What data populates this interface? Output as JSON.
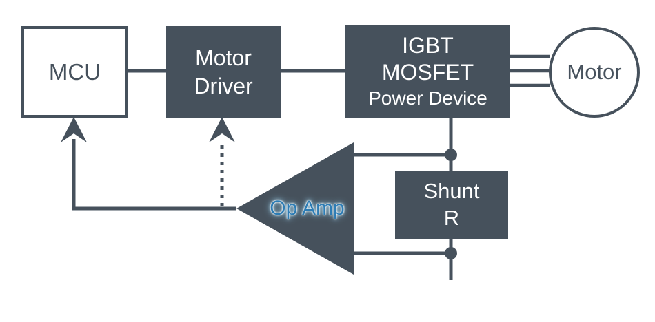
{
  "blocks": {
    "mcu": {
      "label": "MCU"
    },
    "motor_driver": {
      "line1": "Motor",
      "line2": "Driver"
    },
    "power_device": {
      "line1": "IGBT",
      "line2": "MOSFET",
      "line3": "Power Device"
    },
    "motor": {
      "label": "Motor"
    },
    "op_amp": {
      "label": "Op Amp"
    },
    "shunt": {
      "line1": "Shunt",
      "line2": "R"
    }
  },
  "colors": {
    "dark": "#46515C",
    "accent_blue": "#2D7CB4",
    "background": "#FFFFFF"
  }
}
